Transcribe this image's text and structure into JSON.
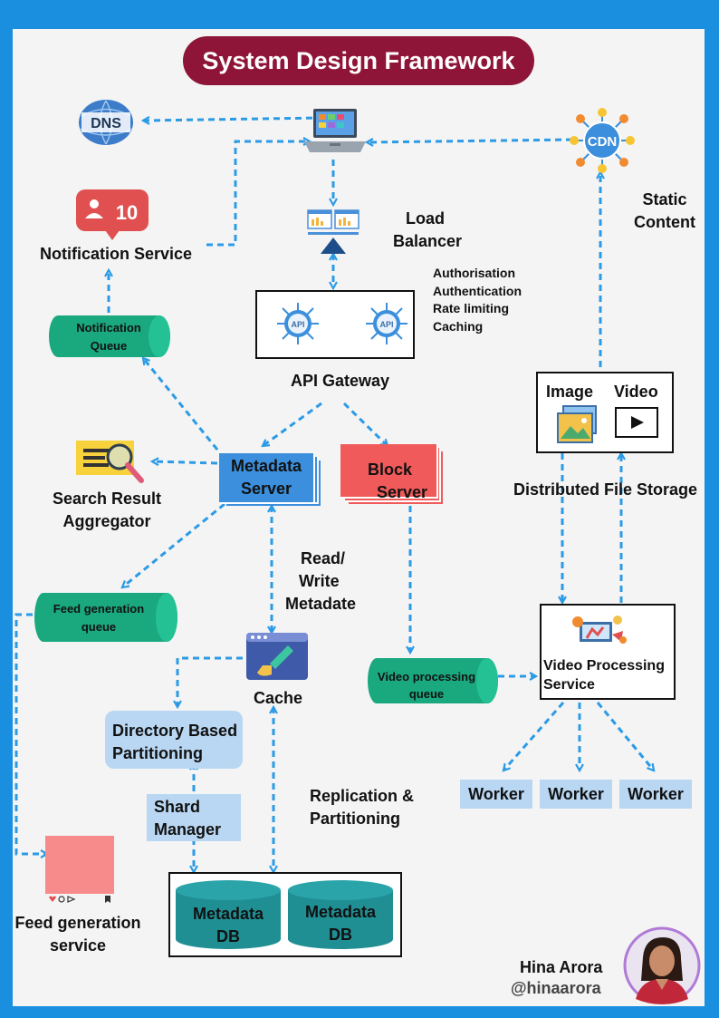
{
  "title": "System Design Framework",
  "nodes": {
    "dns": "DNS",
    "notification_count": "10",
    "notification_service": "Notification Service",
    "cdn": "CDN",
    "static_content": [
      "Static",
      "Content"
    ],
    "load_balancer": [
      "Load",
      "Balancer"
    ],
    "gateway_functions": [
      "Authorisation",
      "Authentication",
      "Rate limiting",
      "Caching"
    ],
    "api_icon": "API",
    "api_gateway": "API Gateway",
    "notification_queue": [
      "Notification",
      "Queue"
    ],
    "search_result_aggregator": [
      "Search Result",
      "Aggregator"
    ],
    "metadata_server": [
      "Metadata",
      "Server"
    ],
    "block_server": [
      "Block",
      "Server"
    ],
    "image": "Image",
    "video": "Video",
    "distributed_file_storage": "Distributed File Storage",
    "read_write": [
      "Read/",
      "Write",
      "Metadate"
    ],
    "feed_generation_queue": [
      "Feed generation",
      "queue"
    ],
    "cache": "Cache",
    "video_processing_queue": [
      "Video processing",
      "queue"
    ],
    "video_processing_service": [
      "Video Processing",
      "Service"
    ],
    "directory_partitioning": [
      "Directory Based",
      "Partitioning"
    ],
    "shard_manager": [
      "Shard",
      "Manager"
    ],
    "replication": [
      "Replication &",
      "Partitioning"
    ],
    "workers": [
      "Worker",
      "Worker",
      "Worker"
    ],
    "feed_generation_service": [
      "Feed generation",
      "service"
    ],
    "metadata_db": [
      [
        "Metadata",
        "DB"
      ],
      [
        "Metadata",
        "DB"
      ]
    ]
  },
  "author": {
    "name": "Hina Arora",
    "handle": "@hinaarora"
  },
  "colors": {
    "border": "#1a8fe0",
    "title_bg": "#8e1538",
    "arrow": "#2b9be6",
    "queue": "#1aa87e",
    "metadata_server": "#3b8fdc",
    "block_server": "#f05a5a",
    "light_blue": "#b9d7f2",
    "db": "#1f8f94",
    "notification": "#e05050"
  }
}
